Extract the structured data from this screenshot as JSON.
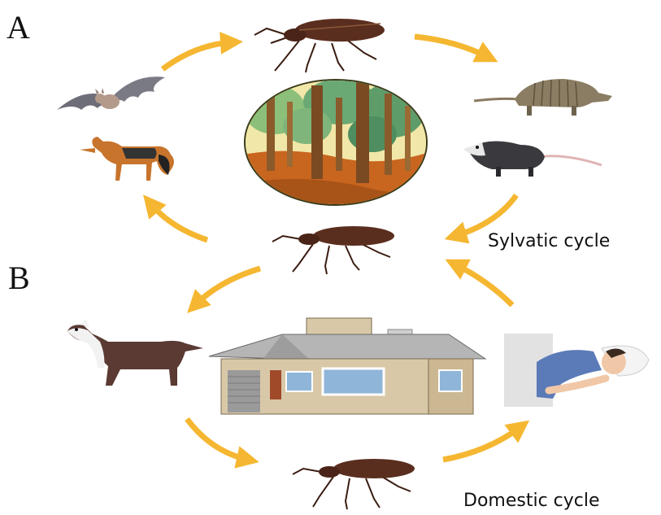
{
  "panels": {
    "a": {
      "label": "A",
      "cycle_label": "Sylvatic cycle"
    },
    "b": {
      "label": "B",
      "cycle_label": "Domestic cycle"
    }
  },
  "colors": {
    "arrow": "#f5b731",
    "bug": "#5a2e1f",
    "forest_bg": "#f3e6a2",
    "forest_ground": "#c8651f",
    "tree": "#8b5a2b",
    "foliage": "#6aa874",
    "house_wall": "#d8c8a8",
    "roof": "#a8a8a8"
  },
  "icons": [
    "kissing-bug-icon",
    "bat-icon",
    "fox-icon",
    "forest-icon",
    "armadillo-icon",
    "opossum-icon",
    "dog-icon",
    "house-icon",
    "sleeping-person-icon",
    "arrow-icon"
  ]
}
